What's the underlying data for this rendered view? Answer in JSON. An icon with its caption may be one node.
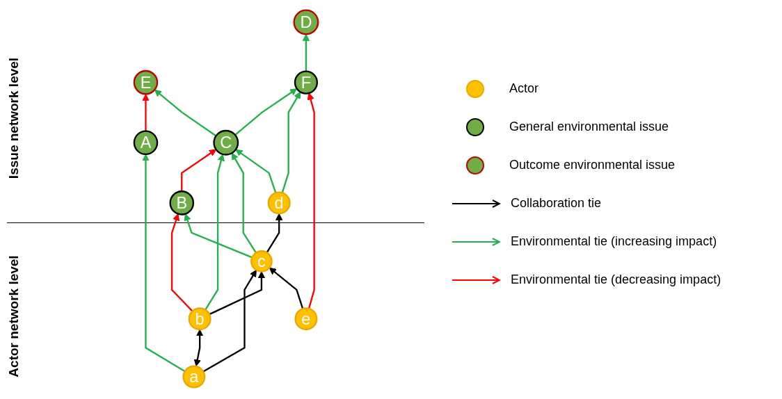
{
  "diagram": {
    "nodes": [
      {
        "text": [
          "D"
        ]
      },
      {
        "text": [
          "E"
        ]
      },
      {
        "text": [
          "F"
        ]
      },
      {
        "text": [
          "B"
        ]
      },
      {
        "text": [
          "C"
        ]
      },
      {
        "text": [
          "A"
        ]
      },
      {
        "text": [
          "d"
        ]
      },
      {
        "text": [
          "b"
        ]
      },
      {
        "text": [
          "c"
        ]
      },
      {
        "text": [
          "e"
        ]
      },
      {
        "text": [
          "a"
        ]
      }
    ],
    "edges": [
      {
        "from": 10,
        "to": 5,
        "arrow": "to"
      },
      {
        "from": 5,
        "to": 1,
        "arrow": "to",
        "color": "#ff0000"
      },
      {
        "from": 4,
        "to": 1,
        "arrow": "to"
      },
      {
        "from": 3,
        "to": 4,
        "arrow": "to",
        "color": "#ff0000"
      },
      {
        "from": 4,
        "to": 2,
        "arrow": "to"
      },
      {
        "from": 2,
        "to": 0,
        "arrow": "to"
      },
      {
        "from": 7,
        "to": 3,
        "arrow": "to",
        "color": "#ff0000"
      },
      {
        "from": 7,
        "to": 4,
        "arrow": "to"
      },
      {
        "from": 8,
        "to": 3,
        "arrow": "to"
      },
      {
        "from": 8,
        "to": 4,
        "arrow": "to"
      },
      {
        "from": 6,
        "to": 4,
        "arrow": "to"
      },
      {
        "from": 6,
        "to": 2,
        "arrow": "to"
      },
      {
        "from": 9,
        "to": 2,
        "arrow": "to",
        "color": "#ff0000"
      },
      {
        "from": 10,
        "to": 7,
        "arrow": "both",
        "color": "#000000"
      },
      {
        "from": 10,
        "to": 8,
        "arrow": "to",
        "color": "#000000"
      },
      {
        "from": 7,
        "to": 8,
        "arrow": "to",
        "color": "#000000"
      },
      {
        "from": 8,
        "to": 6,
        "arrow": "to",
        "color": "#000000"
      },
      {
        "from": 9,
        "to": 8,
        "arrow": "to",
        "color": "#000000"
      }
    ],
    "labels": [
      "Issue network level",
      "Actor network level"
    ],
    "legend": [
      {
        "text": "Actor",
        "color": "#ffc000"
      },
      {
        "text": "General environmental issue",
        "color": "#70ad47"
      },
      {
        "text": "Outcome environmental issue",
        "color": "#70ad47"
      },
      {
        "text": "Collaboration tie"
      },
      {
        "text": "Environmental tie (increasing impact)"
      },
      {
        "text": "Environmental tie (decreasing impact)"
      }
    ]
  }
}
